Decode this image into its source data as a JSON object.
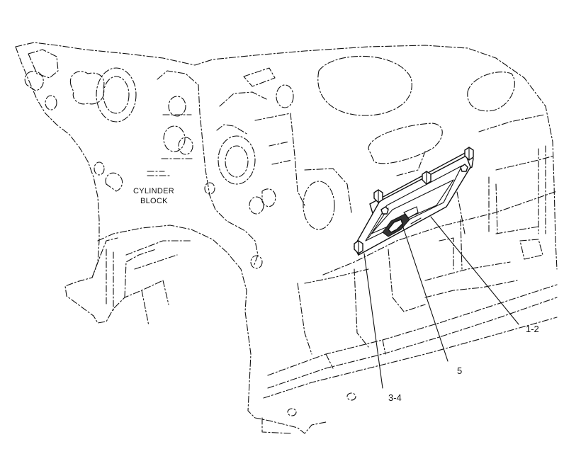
{
  "block_label": {
    "line1": "CYLINDER",
    "line2": "BLOCK"
  },
  "callouts": [
    {
      "id": "callout-1-2",
      "text": "1-2"
    },
    {
      "id": "callout-5",
      "text": "5"
    },
    {
      "id": "callout-3-4",
      "text": "3-4"
    }
  ]
}
